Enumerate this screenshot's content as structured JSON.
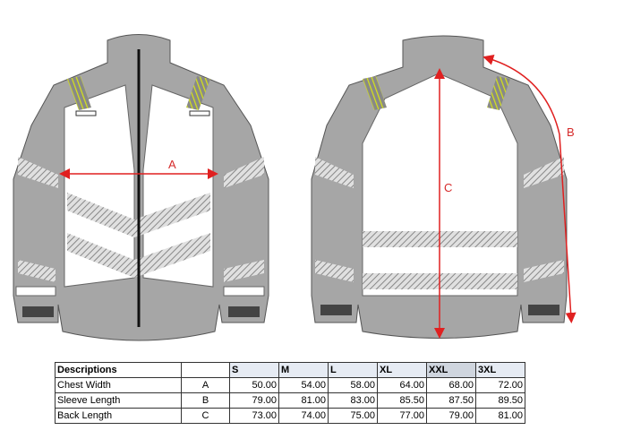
{
  "diagram": {
    "labels": {
      "a": "A",
      "b": "B",
      "c": "C"
    },
    "colors": {
      "body": "#a6a6a6",
      "panel": "#ffffff",
      "hiviz": "#d4e21a",
      "arrow": "#e02020"
    }
  },
  "table": {
    "headers": [
      "Descriptions",
      "",
      "S",
      "M",
      "L",
      "XL",
      "XXL",
      "3XL"
    ],
    "rows": [
      {
        "desc": "Chest Width",
        "code": "A",
        "values": [
          "50.00",
          "54.00",
          "58.00",
          "64.00",
          "68.00",
          "72.00"
        ]
      },
      {
        "desc": "Sleeve Length",
        "code": "B",
        "values": [
          "79.00",
          "81.00",
          "83.00",
          "85.50",
          "87.50",
          "89.50"
        ]
      },
      {
        "desc": "Back Length",
        "code": "C",
        "values": [
          "73.00",
          "74.00",
          "75.00",
          "77.00",
          "79.00",
          "81.00"
        ]
      }
    ]
  }
}
